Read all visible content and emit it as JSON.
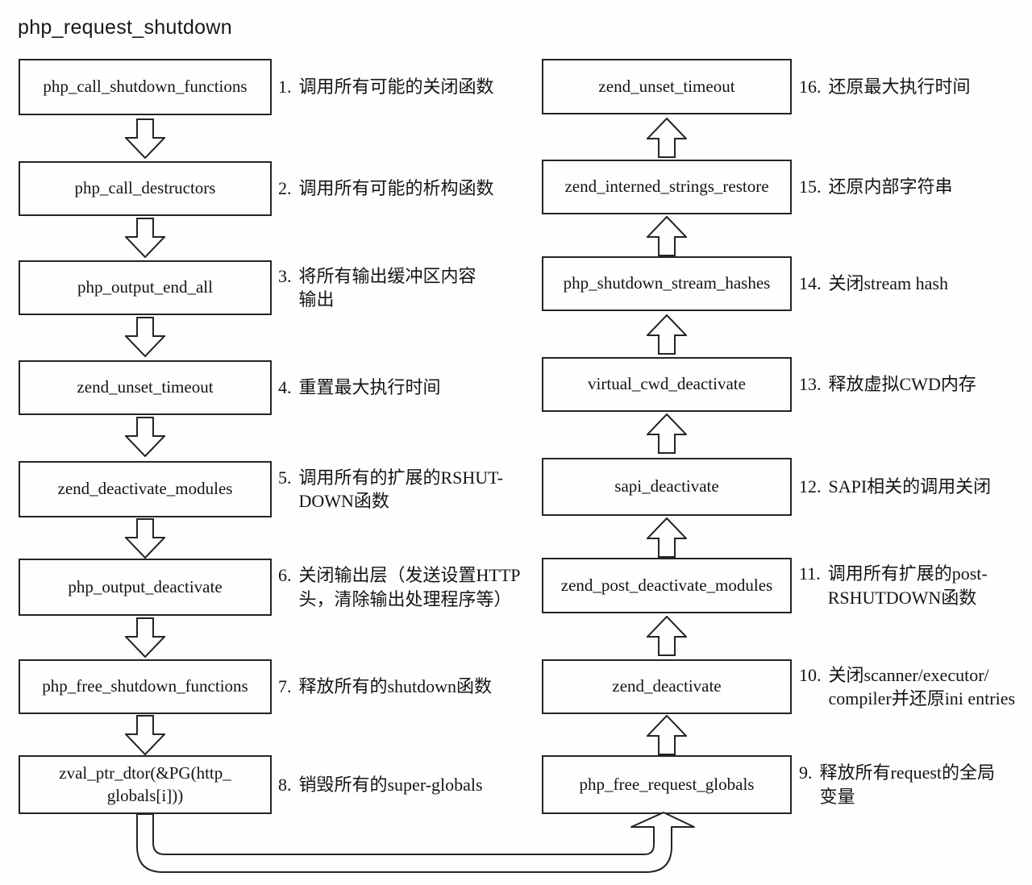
{
  "title": "php_request_shutdown",
  "colors": {
    "ink": "#242424",
    "background": "#fefefe"
  },
  "left_steps": [
    {
      "box": "php_call_shutdown_functions",
      "num": "1.",
      "desc": "调用所有可能的关闭函数"
    },
    {
      "box": "php_call_destructors",
      "num": "2.",
      "desc": "调用所有可能的析构函数"
    },
    {
      "box": "php_output_end_all",
      "num": "3.",
      "desc": "将所有输出缓冲区内容\n输出"
    },
    {
      "box": "zend_unset_timeout",
      "num": "4.",
      "desc": "重置最大执行时间"
    },
    {
      "box": "zend_deactivate_modules",
      "num": "5.",
      "desc": "调用所有的扩展的RSHUT-\nDOWN函数"
    },
    {
      "box": "php_output_deactivate",
      "num": "6.",
      "desc": "关闭输出层（发送设置HTTP\n头，清除输出处理程序等）"
    },
    {
      "box": "php_free_shutdown_functions",
      "num": "7.",
      "desc": "释放所有的shutdown函数"
    },
    {
      "box": "zval_ptr_dtor(&PG(http_\nglobals[i]))",
      "num": "8.",
      "desc": "销毁所有的super-globals"
    }
  ],
  "right_steps": [
    {
      "box": "zend_unset_timeout",
      "num": "16.",
      "desc": "还原最大执行时间"
    },
    {
      "box": "zend_interned_strings_restore",
      "num": "15.",
      "desc": "还原内部字符串"
    },
    {
      "box": "php_shutdown_stream_hashes",
      "num": "14.",
      "desc": "关闭stream hash"
    },
    {
      "box": "virtual_cwd_deactivate",
      "num": "13.",
      "desc": "释放虚拟CWD内存"
    },
    {
      "box": "sapi_deactivate",
      "num": "12.",
      "desc": "SAPI相关的调用关闭"
    },
    {
      "box": "zend_post_deactivate_modules",
      "num": "11.",
      "desc": "调用所有扩展的post-\nRSHUTDOWN函数"
    },
    {
      "box": "zend_deactivate",
      "num": "10.",
      "desc": "关闭scanner/executor/\ncompiler并还原ini entries"
    },
    {
      "box": "php_free_request_globals",
      "num": "9.",
      "desc": "释放所有request的全局\n变量"
    }
  ]
}
